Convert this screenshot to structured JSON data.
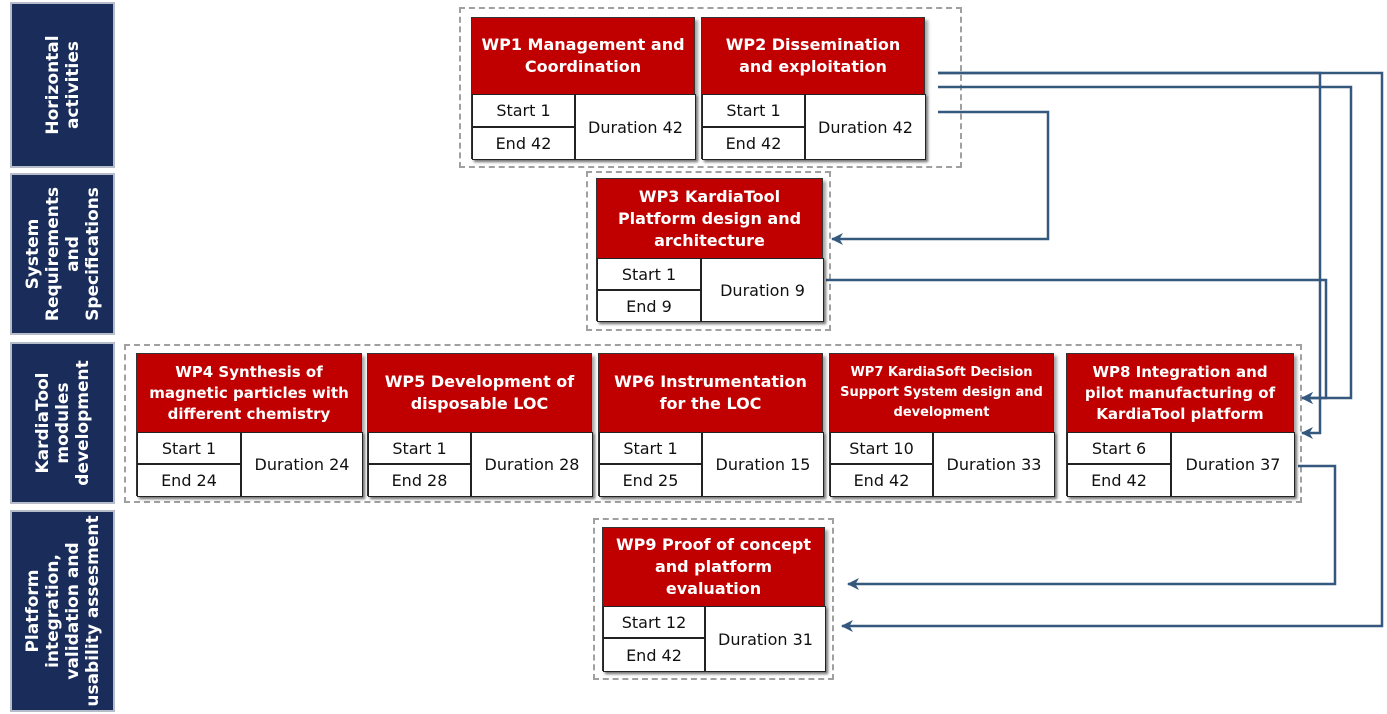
{
  "lanes": [
    {
      "id": "horizontal",
      "label": "Horizontal\nactivities"
    },
    {
      "id": "sysreq",
      "label": "System\nRequirements\nand\nSpecifications"
    },
    {
      "id": "modules",
      "label": "KardiaTool\nmodules\ndevelopment"
    },
    {
      "id": "integration",
      "label": "Platform\nintegration,\nvalidation and\nusability assesment"
    }
  ],
  "work_packages": [
    {
      "id": "wp1",
      "title": "WP1 Management and Coordination",
      "start": "Start 1",
      "end": "End 42",
      "duration": "Duration 42"
    },
    {
      "id": "wp2",
      "title": "WP2 Dissemination and exploitation",
      "start": "Start 1",
      "end": "End 42",
      "duration": "Duration 42"
    },
    {
      "id": "wp3",
      "title": "WP3 KardiaTool Platform design and architecture",
      "start": "Start 1",
      "end": "End 9",
      "duration": "Duration 9"
    },
    {
      "id": "wp4",
      "title": "WP4 Synthesis of magnetic particles with different chemistry",
      "start": "Start 1",
      "end": "End 24",
      "duration": "Duration 24"
    },
    {
      "id": "wp5",
      "title": "WP5 Development of disposable LOC",
      "start": "Start 1",
      "end": "End 28",
      "duration": "Duration 28"
    },
    {
      "id": "wp6",
      "title": "WP6 Instrumentation for the LOC",
      "start": "Start 1",
      "end": "End 25",
      "duration": "Duration 15"
    },
    {
      "id": "wp7",
      "title": "WP7 KardiaSoft Decision Support System design and development",
      "start": "Start 10",
      "end": "End 42",
      "duration": "Duration 33"
    },
    {
      "id": "wp8",
      "title": "WP8 Integration and pilot manufacturing of KardiaTool platform",
      "start": "Start 6",
      "end": "End 42",
      "duration": "Duration 37"
    },
    {
      "id": "wp9",
      "title": "WP9 Proof of concept and platform evaluation",
      "start": "Start 12",
      "end": "End 42",
      "duration": "Duration 31"
    }
  ],
  "colors": {
    "lane_bg": "#1a2d5a",
    "title_bg": "#c00000",
    "arrow": "#35587f",
    "group_border": "#a0a0a0"
  }
}
